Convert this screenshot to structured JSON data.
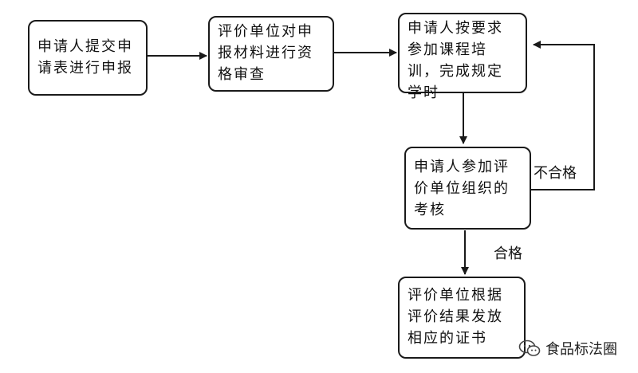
{
  "nodes": {
    "submit": "申请人提交申请表进行申报",
    "review": "评价单位对申报材料进行资格审查",
    "training": "申请人按要求参加课程培训，完成规定学时",
    "exam": "申请人参加评价单位组织的考核",
    "certificate": "评价单位根据评价结果发放相应的证书"
  },
  "edge_labels": {
    "fail": "不合格",
    "pass": "合格"
  },
  "watermark": {
    "text": "食品标法圈",
    "icon": "wechat-icon"
  },
  "colors": {
    "line": "#1a1a1a",
    "text": "#111111"
  }
}
